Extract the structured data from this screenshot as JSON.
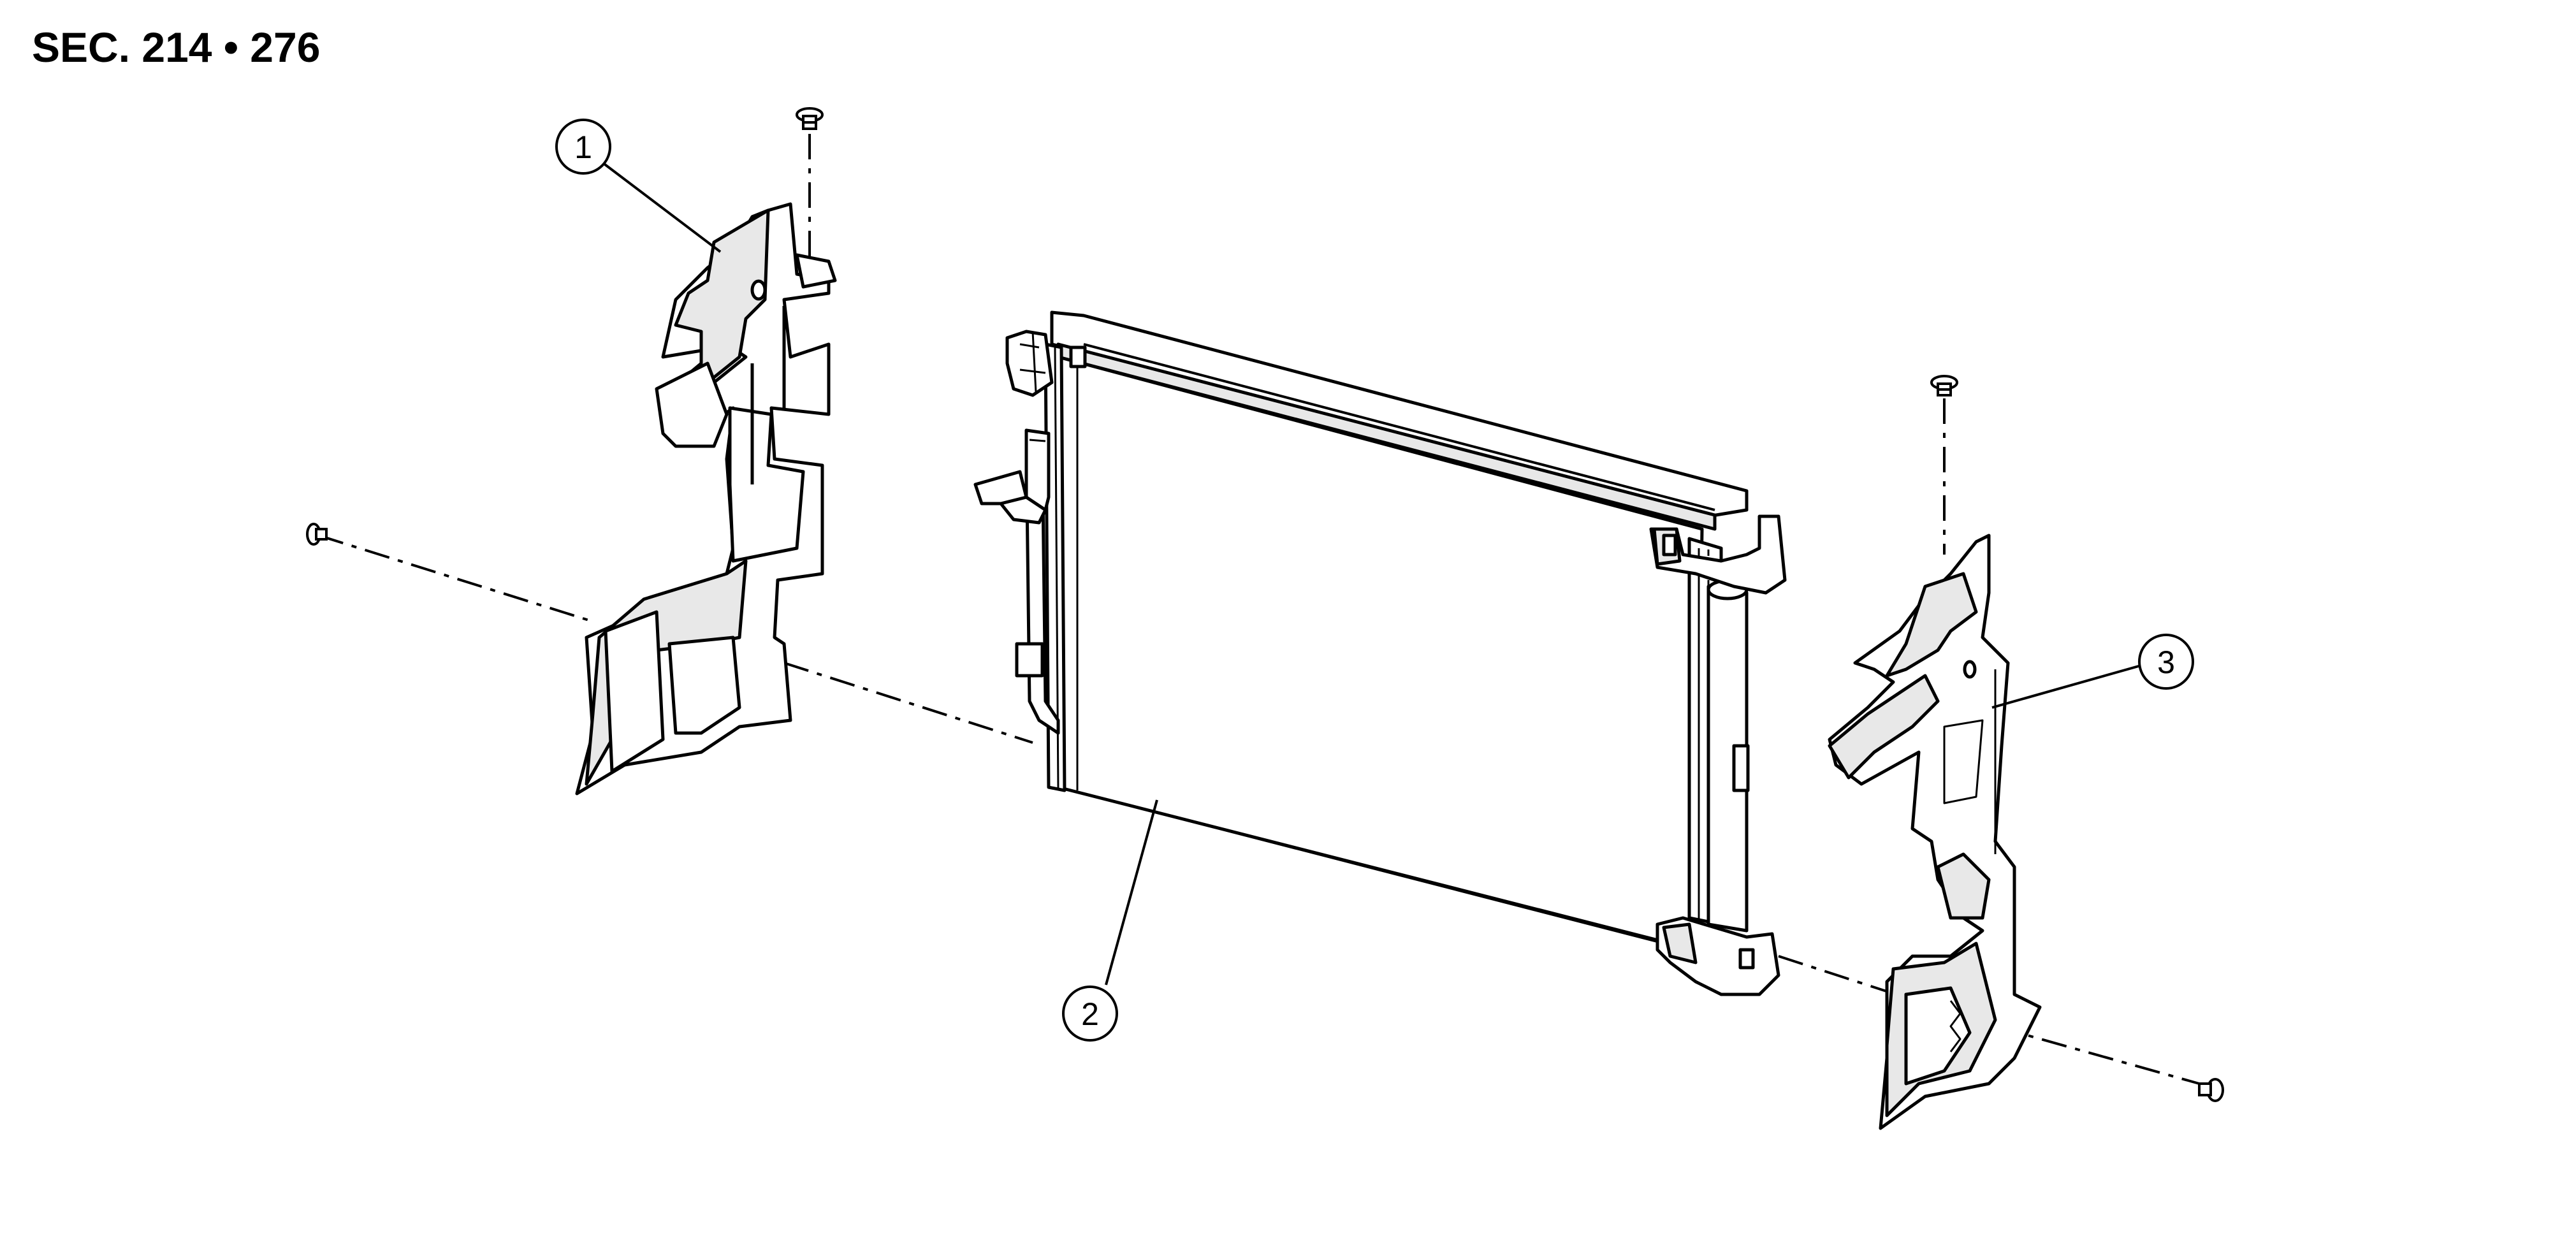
{
  "header": {
    "section_title": "SEC. 214 • 276"
  },
  "callouts": [
    {
      "id": "1",
      "label": "1"
    },
    {
      "id": "2",
      "label": "2"
    },
    {
      "id": "3",
      "label": "3"
    }
  ],
  "colors": {
    "ink": "#000000",
    "fill": "#ffffff",
    "shade": "#e8e8e8"
  }
}
